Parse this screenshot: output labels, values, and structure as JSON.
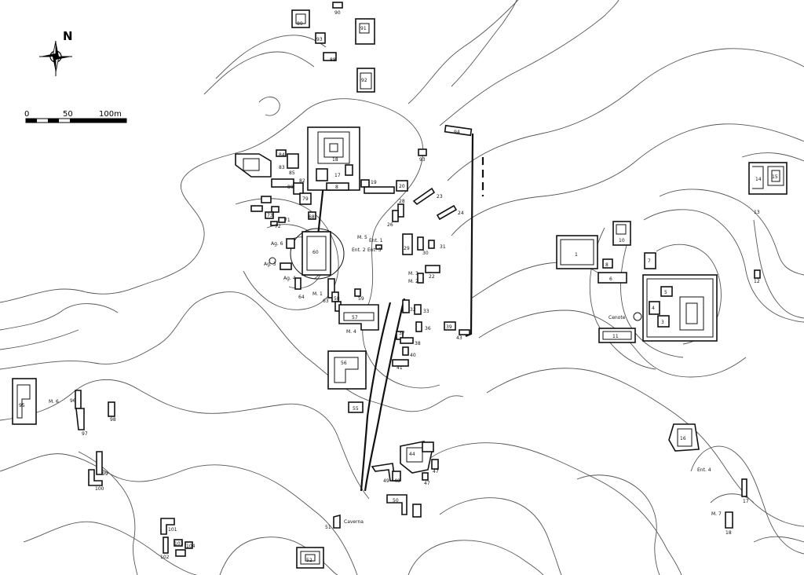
{
  "north_label": "N",
  "scale_labels": [
    "0",
    "50",
    "100m"
  ],
  "structures": [
    {
      "id": "s1",
      "label": "1"
    },
    {
      "id": "s3",
      "label": "3"
    },
    {
      "id": "s4",
      "label": "4"
    },
    {
      "id": "s5",
      "label": "5"
    },
    {
      "id": "s6",
      "label": "6"
    },
    {
      "id": "s7",
      "label": "7"
    },
    {
      "id": "s8",
      "label": "8"
    },
    {
      "id": "s10",
      "label": "10"
    },
    {
      "id": "s11",
      "label": "11"
    },
    {
      "id": "s12",
      "label": "12"
    },
    {
      "id": "s13",
      "label": "13"
    },
    {
      "id": "s14",
      "label": "14"
    },
    {
      "id": "s15",
      "label": "15"
    },
    {
      "id": "s16",
      "label": "16"
    },
    {
      "id": "s17",
      "label": "17"
    },
    {
      "id": "s18",
      "label": "18"
    },
    {
      "id": "s19",
      "label": "19"
    },
    {
      "id": "s20",
      "label": "20"
    },
    {
      "id": "s22",
      "label": "22"
    },
    {
      "id": "s23",
      "label": "23"
    },
    {
      "id": "s24",
      "label": "24"
    },
    {
      "id": "s26",
      "label": "26"
    },
    {
      "id": "s28",
      "label": "28"
    },
    {
      "id": "s29",
      "label": "29"
    },
    {
      "id": "s30",
      "label": "30"
    },
    {
      "id": "s31",
      "label": "31"
    },
    {
      "id": "s32",
      "label": "32"
    },
    {
      "id": "s33",
      "label": "33"
    },
    {
      "id": "s36",
      "label": "36"
    },
    {
      "id": "s37",
      "label": "37"
    },
    {
      "id": "s38",
      "label": "38"
    },
    {
      "id": "s39",
      "label": "39"
    },
    {
      "id": "s40",
      "label": "40"
    },
    {
      "id": "s41",
      "label": "41"
    },
    {
      "id": "s43",
      "label": "43"
    },
    {
      "id": "s44",
      "label": "44"
    },
    {
      "id": "s47",
      "label": "47"
    },
    {
      "id": "s47b",
      "label": "47"
    },
    {
      "id": "s48",
      "label": "48"
    },
    {
      "id": "s49",
      "label": "49"
    },
    {
      "id": "s50",
      "label": "50"
    },
    {
      "id": "s51",
      "label": "51"
    },
    {
      "id": "s52",
      "label": "52"
    },
    {
      "id": "s53",
      "label": "53"
    },
    {
      "id": "s54",
      "label": "54"
    },
    {
      "id": "s55",
      "label": "55"
    },
    {
      "id": "s56",
      "label": "56"
    },
    {
      "id": "s57",
      "label": "57"
    },
    {
      "id": "s58",
      "label": "58"
    },
    {
      "id": "s59",
      "label": "59"
    },
    {
      "id": "s60",
      "label": "60"
    },
    {
      "id": "s63",
      "label": "63"
    },
    {
      "id": "s64",
      "label": "64"
    },
    {
      "id": "s68",
      "label": "68"
    },
    {
      "id": "s71",
      "label": "71"
    },
    {
      "id": "s72",
      "label": "72"
    },
    {
      "id": "s73",
      "label": "73"
    },
    {
      "id": "s78",
      "label": "78"
    },
    {
      "id": "s79",
      "label": "79"
    },
    {
      "id": "s80",
      "label": "80"
    },
    {
      "id": "s82",
      "label": "82"
    },
    {
      "id": "s83",
      "label": "83"
    },
    {
      "id": "s84",
      "label": "84"
    },
    {
      "id": "s85",
      "label": "85"
    },
    {
      "id": "s87",
      "label": "87"
    },
    {
      "id": "s88",
      "label": "88"
    },
    {
      "id": "s89",
      "label": "89"
    },
    {
      "id": "s90",
      "label": "90"
    },
    {
      "id": "s91",
      "label": "91"
    },
    {
      "id": "s92",
      "label": "92"
    },
    {
      "id": "s93",
      "label": "93"
    },
    {
      "id": "s94",
      "label": "94"
    },
    {
      "id": "s95",
      "label": "95"
    },
    {
      "id": "s96",
      "label": "96"
    },
    {
      "id": "s97",
      "label": "97"
    },
    {
      "id": "s98",
      "label": "98"
    },
    {
      "id": "s99",
      "label": "99"
    },
    {
      "id": "s100",
      "label": "100"
    },
    {
      "id": "s101",
      "label": "101"
    },
    {
      "id": "s102",
      "label": "102"
    },
    {
      "id": "s103",
      "label": "103"
    },
    {
      "id": "s104",
      "label": "104"
    }
  ],
  "annotations": [
    {
      "id": "m1",
      "label": "M. 1"
    },
    {
      "id": "m2",
      "label": "M. 2"
    },
    {
      "id": "m3",
      "label": "M. 3"
    },
    {
      "id": "m4",
      "label": "M. 4"
    },
    {
      "id": "m5",
      "label": "M. 5"
    },
    {
      "id": "m6",
      "label": "M. 6"
    },
    {
      "id": "m7",
      "label": "M. 7"
    },
    {
      "id": "ent1",
      "label": "Ent. 1"
    },
    {
      "id": "ent2",
      "label": "Ent. 2"
    },
    {
      "id": "ent3",
      "label": "Ent. 3"
    },
    {
      "id": "ent4",
      "label": "Ent. 4"
    },
    {
      "id": "ag3",
      "label": "Ag. 3"
    },
    {
      "id": "ag4",
      "label": "Ag. 4"
    },
    {
      "id": "ag6",
      "label": "Ag. 6"
    },
    {
      "id": "cenote",
      "label": "Cenote"
    },
    {
      "id": "caverna",
      "label": "Caverna"
    }
  ]
}
